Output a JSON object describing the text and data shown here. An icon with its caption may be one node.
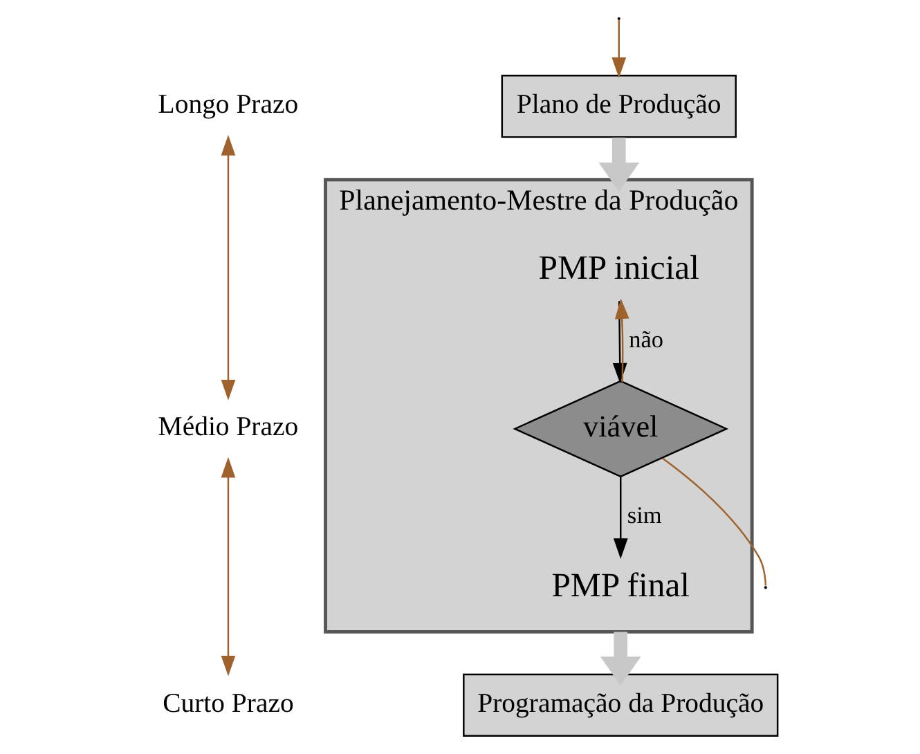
{
  "diagram": {
    "nodes": [
      {
        "text": [
          "Plano de Produção"
        ]
      },
      {
        "text": [
          "Planejamento-Mestre da Produção"
        ]
      },
      {
        "text": [
          "PMP inicial"
        ],
        "in": 1
      },
      {
        "text": [
          "viável"
        ],
        "in": 1
      },
      {
        "text": [
          "PMP final"
        ],
        "in": 1
      },
      {
        "text": [
          "Programação da Produção"
        ]
      },
      {
        "text": [
          "Longo Prazo"
        ]
      },
      {
        "text": [
          "Médio Prazo"
        ]
      },
      {
        "text": [
          "Curto Prazo"
        ]
      }
    ],
    "edges": [
      {
        "from": null,
        "to": 0,
        "arrow": "to",
        "color": "#a0622d"
      },
      {
        "from": 0,
        "to": 1,
        "arrow": "to",
        "style": "thick",
        "color": "#c8c8c8"
      },
      {
        "from": 2,
        "to": 3,
        "arrow": "to",
        "color": "#000000"
      },
      {
        "from": 3,
        "to": 4,
        "arrow": "to",
        "label": "sim",
        "color": "#000000"
      },
      {
        "from": 3,
        "to": 2,
        "arrow": "to",
        "label": "não",
        "color": "#a0622d"
      },
      {
        "from": 3,
        "to": null,
        "arrow": "none",
        "color": "#a0622d"
      },
      {
        "from": 1,
        "to": 5,
        "arrow": "to",
        "style": "thick",
        "color": "#c8c8c8"
      },
      {
        "from": 6,
        "to": 7,
        "arrow": "both",
        "color": "#a0622d"
      },
      {
        "from": 7,
        "to": 8,
        "arrow": "both",
        "color": "#a0622d"
      }
    ]
  }
}
